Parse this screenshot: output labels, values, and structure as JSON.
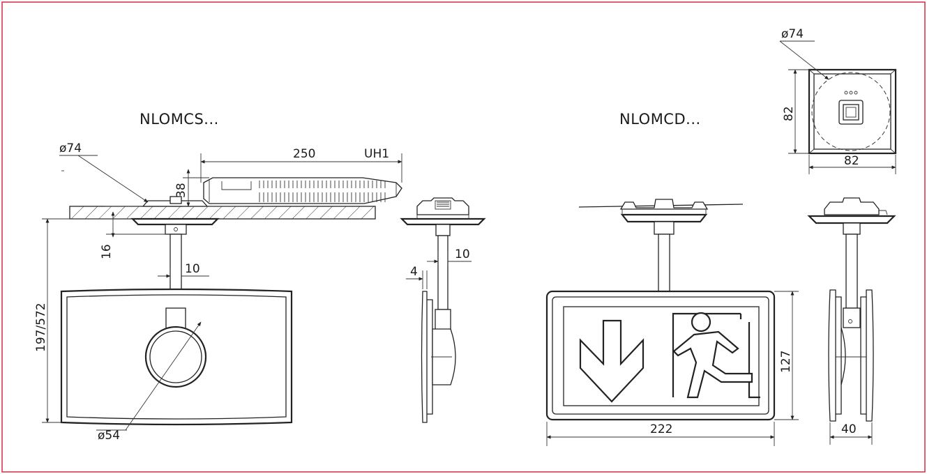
{
  "models": {
    "single": "NLOMCS...",
    "double": "NLOMCD..."
  },
  "dimensions": {
    "cutout_left": "ø74",
    "housing_length": "250",
    "housing_code": "UH1",
    "housing_height": "38",
    "canopy_thickness": "16",
    "total_height": "197/572",
    "stem_width": "10",
    "lens_diameter": "ø54",
    "side_stem_width": "10",
    "panel_thickness": "4",
    "top_cutout": "ø74",
    "top_depth": "82",
    "top_width": "82",
    "sign_height": "127",
    "sign_width": "222",
    "side_depth": "40"
  },
  "colors": {
    "frame": "#d8384b",
    "line": "#222222"
  }
}
